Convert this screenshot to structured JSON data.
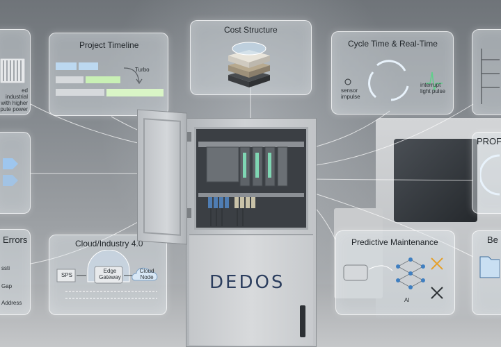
{
  "panels": {
    "project_timeline": {
      "title": "Project Timeline",
      "turbo_label": "Turbo"
    },
    "cost_structure": {
      "title": "Cost Structure"
    },
    "cycle_time": {
      "title": "Cycle Time & Real-Time",
      "sensor_label_1": "sensor",
      "sensor_label_2": "impulse",
      "interrupt_label_1": "interrupt",
      "interrupt_label_2": "light pulse"
    },
    "left_top": {
      "line1": "ed industrial",
      "line2": "with higher",
      "line3": "pute power"
    },
    "errors": {
      "title": "Errors",
      "label_a": "ssti",
      "label_b": "Gap",
      "label_c": "Address"
    },
    "cloud": {
      "title": "Cloud/Industry 4.0",
      "sps": "SPS",
      "edge_1": "Edge",
      "edge_2": "Gateway",
      "cloud_1": "Cloud",
      "cloud_2": "Node"
    },
    "predictive": {
      "title": "Predictive Maintenance",
      "ai_label": "AI"
    },
    "profinet": {
      "title": "PROFI"
    },
    "best": {
      "title": "Be"
    }
  },
  "cabinet": {
    "brand": "DEDOS"
  },
  "colors": {
    "accent_green": "#c9f0b5",
    "accent_blue": "#bcd8f0",
    "brand_text": "#2c3e5e"
  }
}
